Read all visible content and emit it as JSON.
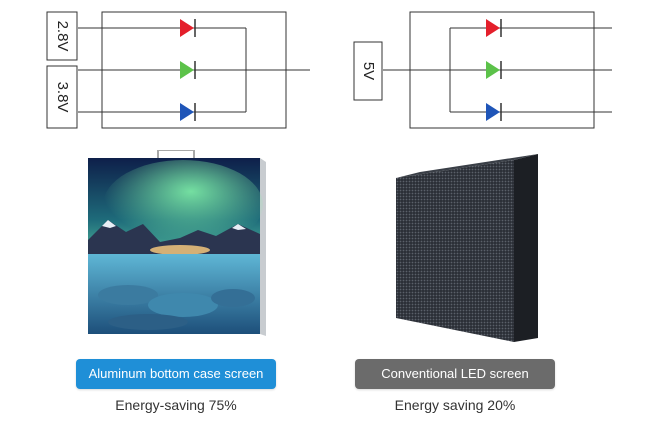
{
  "left_circuit": {
    "voltage_top": "2.8V",
    "voltage_bottom": "3.8V"
  },
  "right_circuit": {
    "voltage": "5V"
  },
  "led_colors": {
    "red": "#e41f2b",
    "green": "#5cc24a",
    "blue": "#1f55b8"
  },
  "left_product": {
    "label": "Aluminum bottom case screen",
    "caption": "Energy-saving 75%",
    "label_color": "#1f8fd7"
  },
  "right_product": {
    "label": "Conventional LED screen",
    "caption": "Energy saving 20%",
    "label_color": "#6b6b6b"
  }
}
